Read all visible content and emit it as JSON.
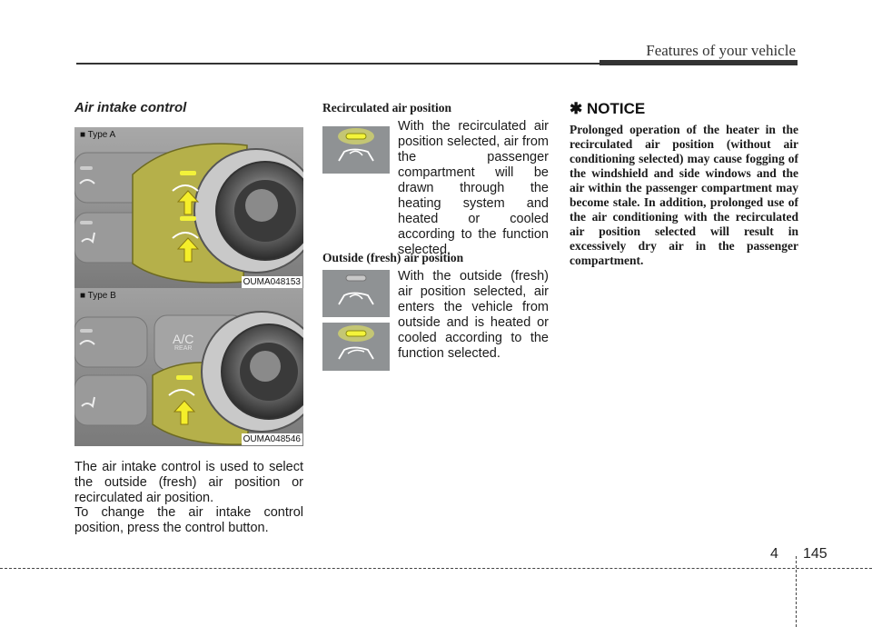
{
  "header": {
    "title": "Features of your vehicle"
  },
  "col1": {
    "title": "Air intake control",
    "figure_a": {
      "label": "■ Type A",
      "code": "OUMA048153"
    },
    "figure_b": {
      "label": "■ Type B",
      "code": "OUMA048546",
      "ac_text": "A/C",
      "rear_text": "REAR"
    },
    "paragraph1": "The air intake control is used to select the outside (fresh) air position or recirculated air position.",
    "paragraph2": "To change the air intake control position, press the control button."
  },
  "col2": {
    "recirc": {
      "heading": "Recirculated air position",
      "text": "With the recirculated air position selected, air from the passenger compartment will be drawn through the heating system and heated or cooled according to the function selected."
    },
    "outside": {
      "heading": "Outside (fresh) air position",
      "text": "With the outside (fresh) air position selected, air enters the vehicle from outside and is heated or cooled according to the function selected."
    }
  },
  "col3": {
    "notice_head": "✱ NOTICE",
    "notice_text": "Prolonged operation of the heater in the recirculated air position (without air conditioning selected) may cause fogging of the windshield and side windows and the air within the passenger compartment may become stale. In addition, prolonged use of the air conditioning with the recirculated air position selected will result in excessively dry air in the passenger compartment."
  },
  "footer": {
    "section": "4",
    "page": "145"
  },
  "colors": {
    "highlight": "#b5b04a",
    "led_on": "#f2f23a",
    "arrow": "#f5ee2a",
    "panel": "#8c8c8c"
  }
}
